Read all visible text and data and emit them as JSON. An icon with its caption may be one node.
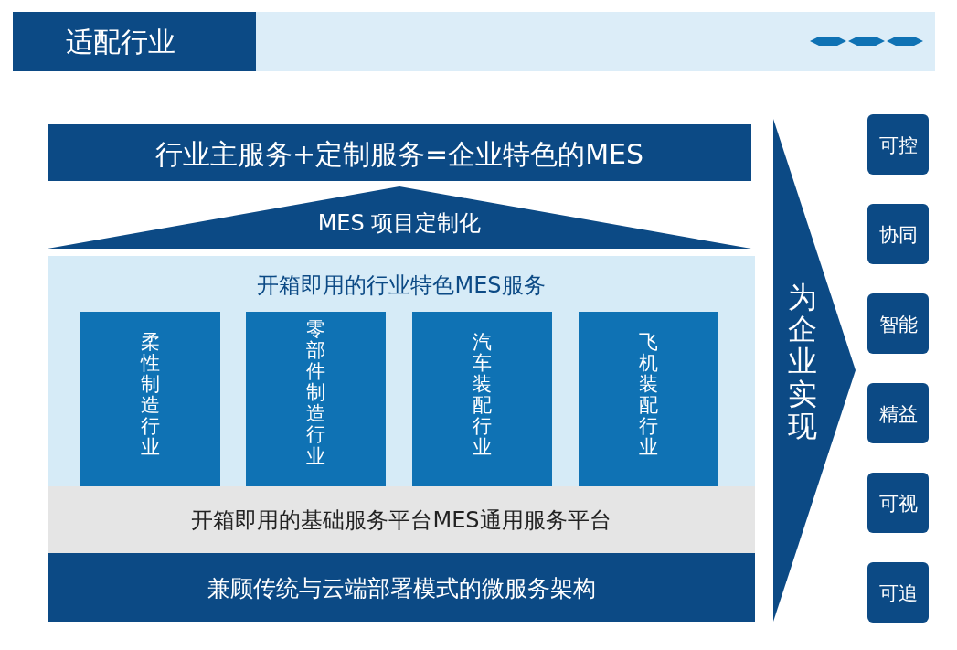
{
  "diagram": {
    "title": "适配行业",
    "nodes": [
      {
        "text": [
          "行业主服务+定制服务=企业特色的MES"
        ]
      },
      {
        "text": [
          "MES 项目定制化"
        ]
      },
      {
        "text": [
          "开箱即用的行业特色MES服务"
        ]
      },
      {
        "text": [
          "柔性制造行业"
        ],
        "in": 2
      },
      {
        "text": [
          "零部件制造行业"
        ],
        "in": 2
      },
      {
        "text": [
          "汽车装配行业"
        ],
        "in": 2
      },
      {
        "text": [
          "飞机装配行业"
        ],
        "in": 2
      },
      {
        "text": [
          "开箱即用的基础服务平台MES通用服务平台"
        ]
      },
      {
        "text": [
          "兼顾传统与云端部署模式的微服务架构"
        ]
      },
      {
        "text": [
          "为企业实现"
        ]
      },
      {
        "text": [
          "可控"
        ]
      },
      {
        "text": [
          "协同"
        ]
      },
      {
        "text": [
          "智能"
        ]
      },
      {
        "text": [
          "精益"
        ]
      },
      {
        "text": [
          "可视"
        ]
      },
      {
        "text": [
          "可追"
        ]
      }
    ]
  }
}
